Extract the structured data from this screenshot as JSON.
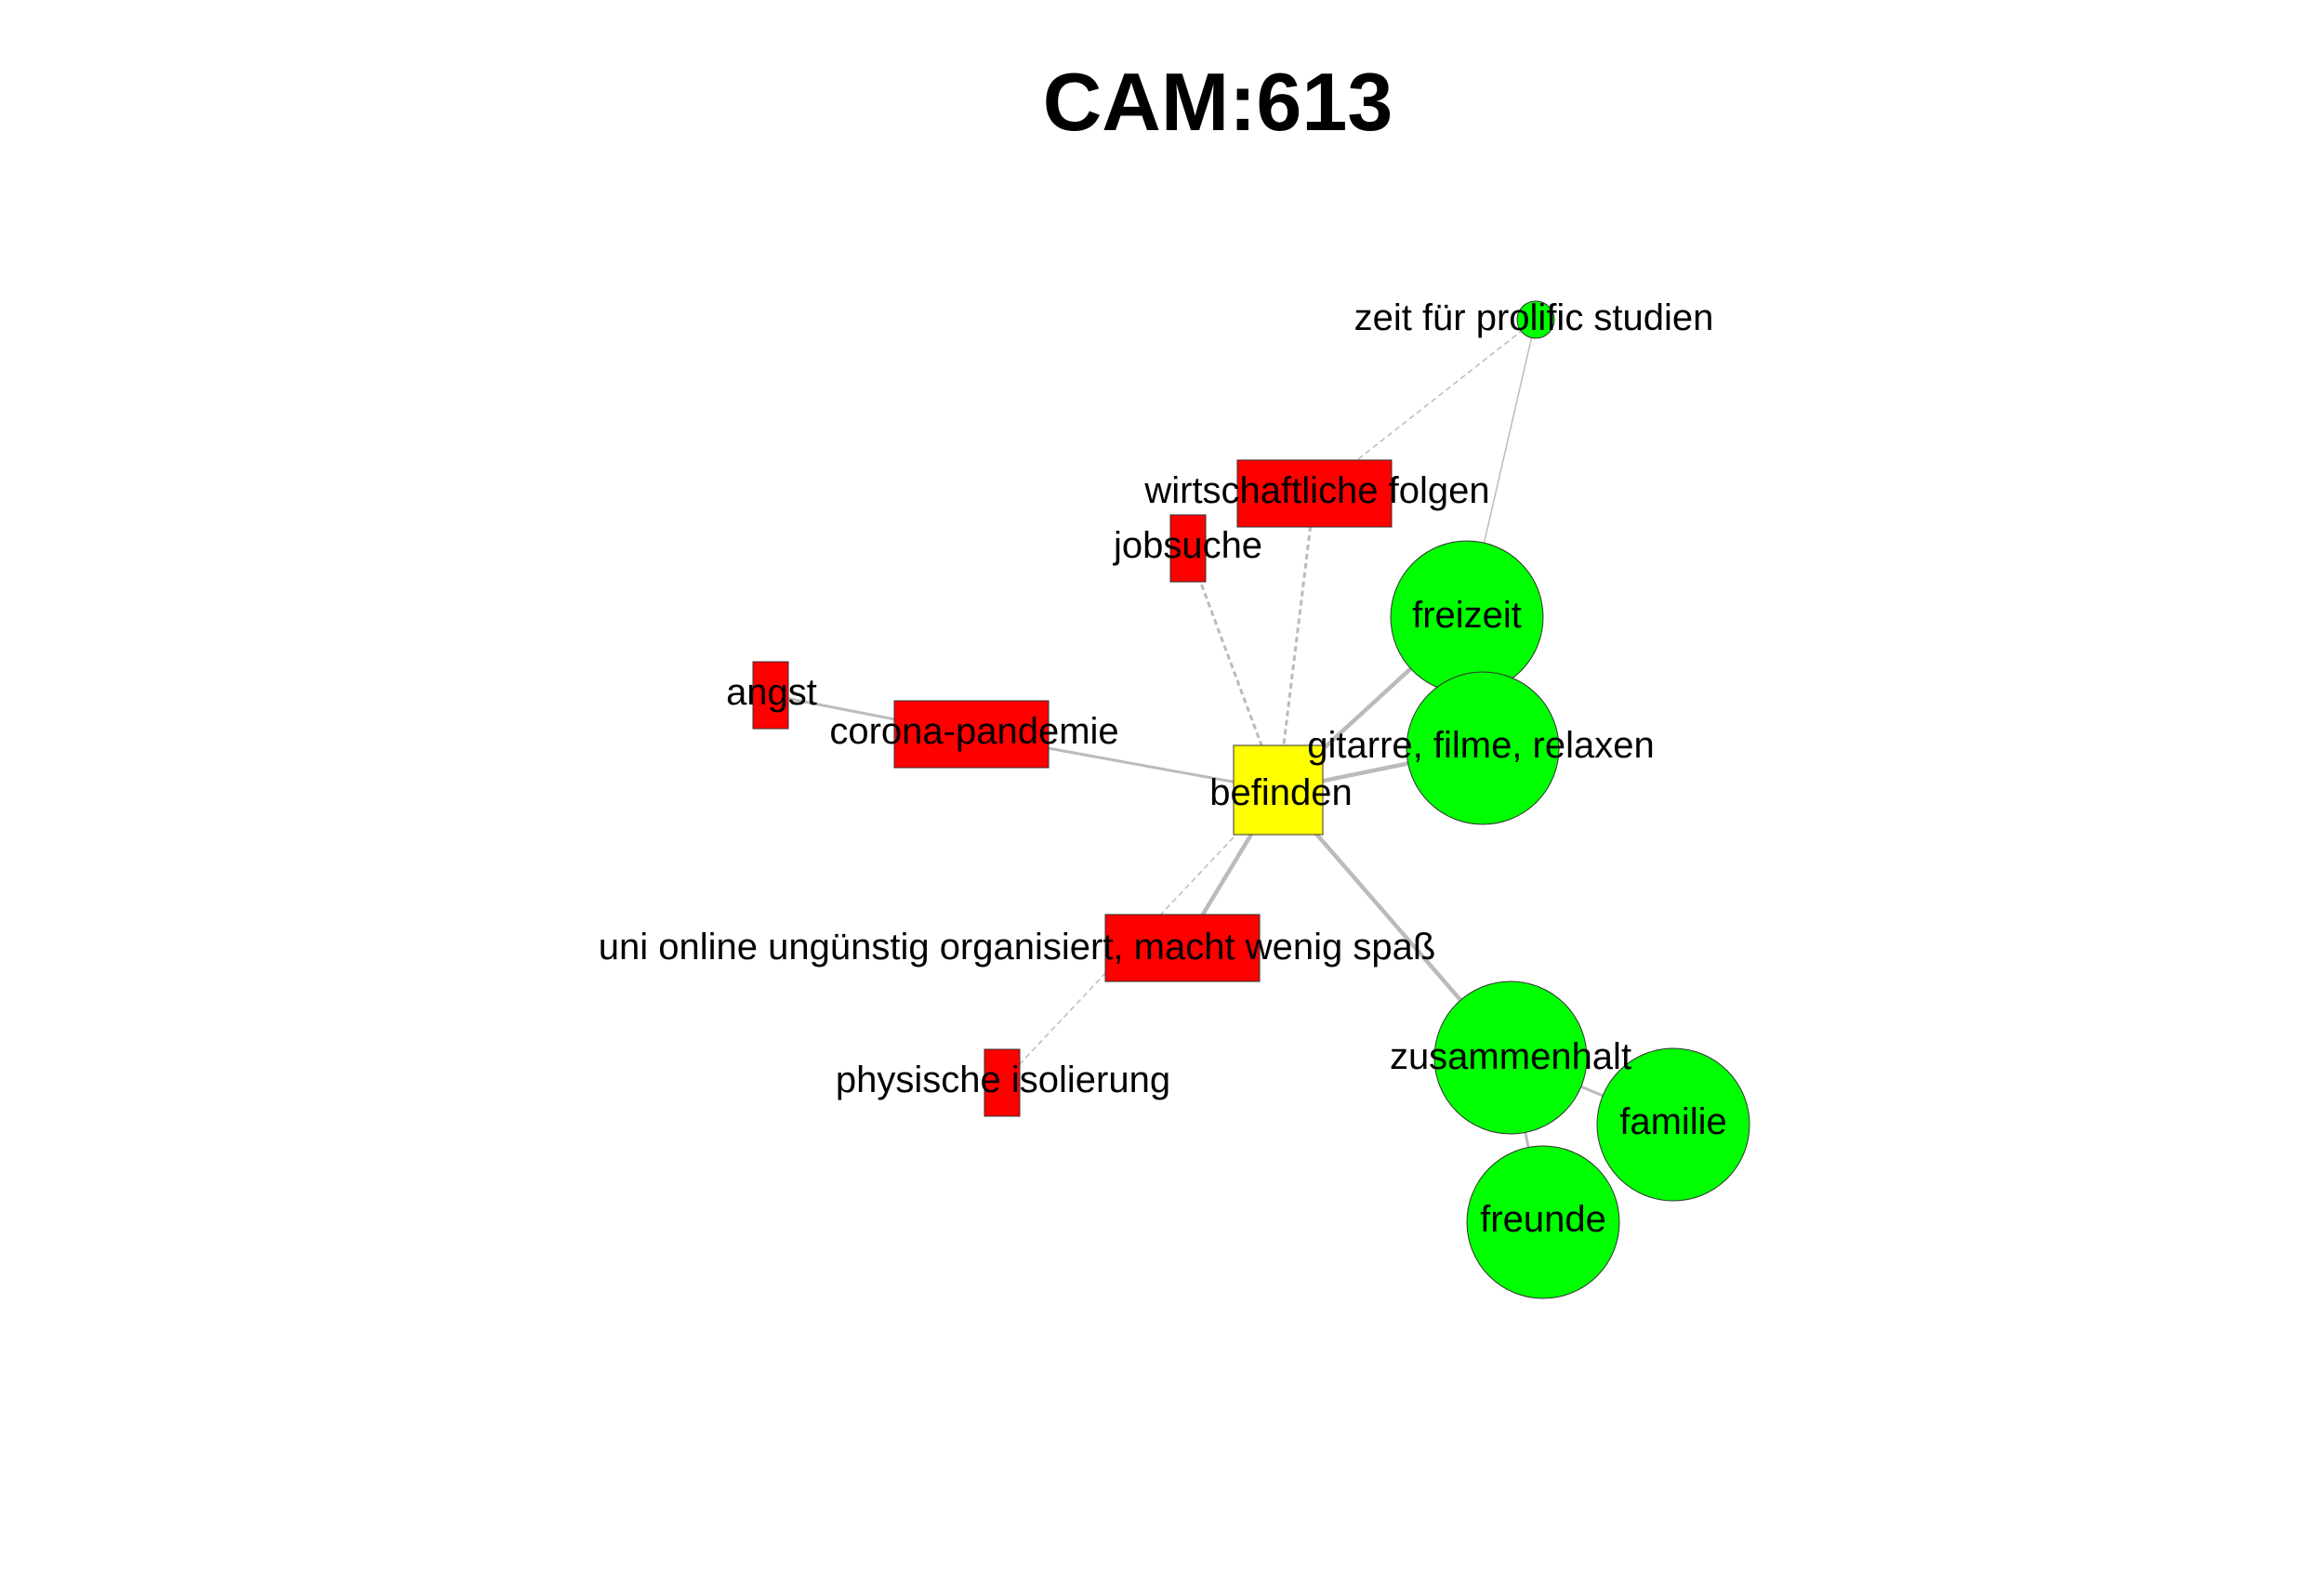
{
  "title": "CAM:613",
  "colors": {
    "positive": "#00ff00",
    "negative": "#ff0000",
    "neutral": "#ffff00",
    "edge": "#bbbbbb",
    "node_border": "#333333"
  },
  "nodes": [
    {
      "id": "befinden",
      "label": "befinden",
      "valence": "neutral"
    },
    {
      "id": "corona",
      "label": "corona-pandemie",
      "valence": "negative"
    },
    {
      "id": "angst",
      "label": "angst",
      "valence": "negative"
    },
    {
      "id": "wirtschaft",
      "label": "wirtschaftliche folgen",
      "valence": "negative"
    },
    {
      "id": "jobsuche",
      "label": "jobsuche",
      "valence": "negative"
    },
    {
      "id": "uni",
      "label": "uni online ungünstig organisiert, macht wenig spaß",
      "valence": "negative"
    },
    {
      "id": "isolierung",
      "label": "physische isolierung",
      "valence": "negative"
    },
    {
      "id": "prolific",
      "label": "zeit für prolific studien",
      "valence": "positive"
    },
    {
      "id": "freizeit",
      "label": "freizeit",
      "valence": "positive"
    },
    {
      "id": "gitarre",
      "label": "gitarre, filme, relaxen",
      "valence": "positive"
    },
    {
      "id": "zusammenhalt",
      "label": "zusammenhalt",
      "valence": "positive"
    },
    {
      "id": "familie",
      "label": "familie",
      "valence": "positive"
    },
    {
      "id": "freunde",
      "label": "freunde",
      "valence": "positive"
    }
  ],
  "edges": [
    {
      "from": "befinden",
      "to": "corona",
      "style": "solid",
      "strength": 2
    },
    {
      "from": "corona",
      "to": "angst",
      "style": "solid",
      "strength": 2
    },
    {
      "from": "befinden",
      "to": "wirtschaft",
      "style": "dashed",
      "strength": 2
    },
    {
      "from": "befinden",
      "to": "jobsuche",
      "style": "dashed",
      "strength": 2
    },
    {
      "from": "wirtschaft",
      "to": "prolific",
      "style": "dashed",
      "strength": 1
    },
    {
      "from": "freizeit",
      "to": "prolific",
      "style": "solid",
      "strength": 1
    },
    {
      "from": "befinden",
      "to": "freizeit",
      "style": "solid",
      "strength": 3
    },
    {
      "from": "befinden",
      "to": "gitarre",
      "style": "solid",
      "strength": 3
    },
    {
      "from": "befinden",
      "to": "uni",
      "style": "solid",
      "strength": 3
    },
    {
      "from": "befinden",
      "to": "isolierung",
      "style": "dashed",
      "strength": 1
    },
    {
      "from": "befinden",
      "to": "zusammenhalt",
      "style": "solid",
      "strength": 3
    },
    {
      "from": "zusammenhalt",
      "to": "familie",
      "style": "solid",
      "strength": 2
    },
    {
      "from": "zusammenhalt",
      "to": "freunde",
      "style": "solid",
      "strength": 2
    }
  ]
}
